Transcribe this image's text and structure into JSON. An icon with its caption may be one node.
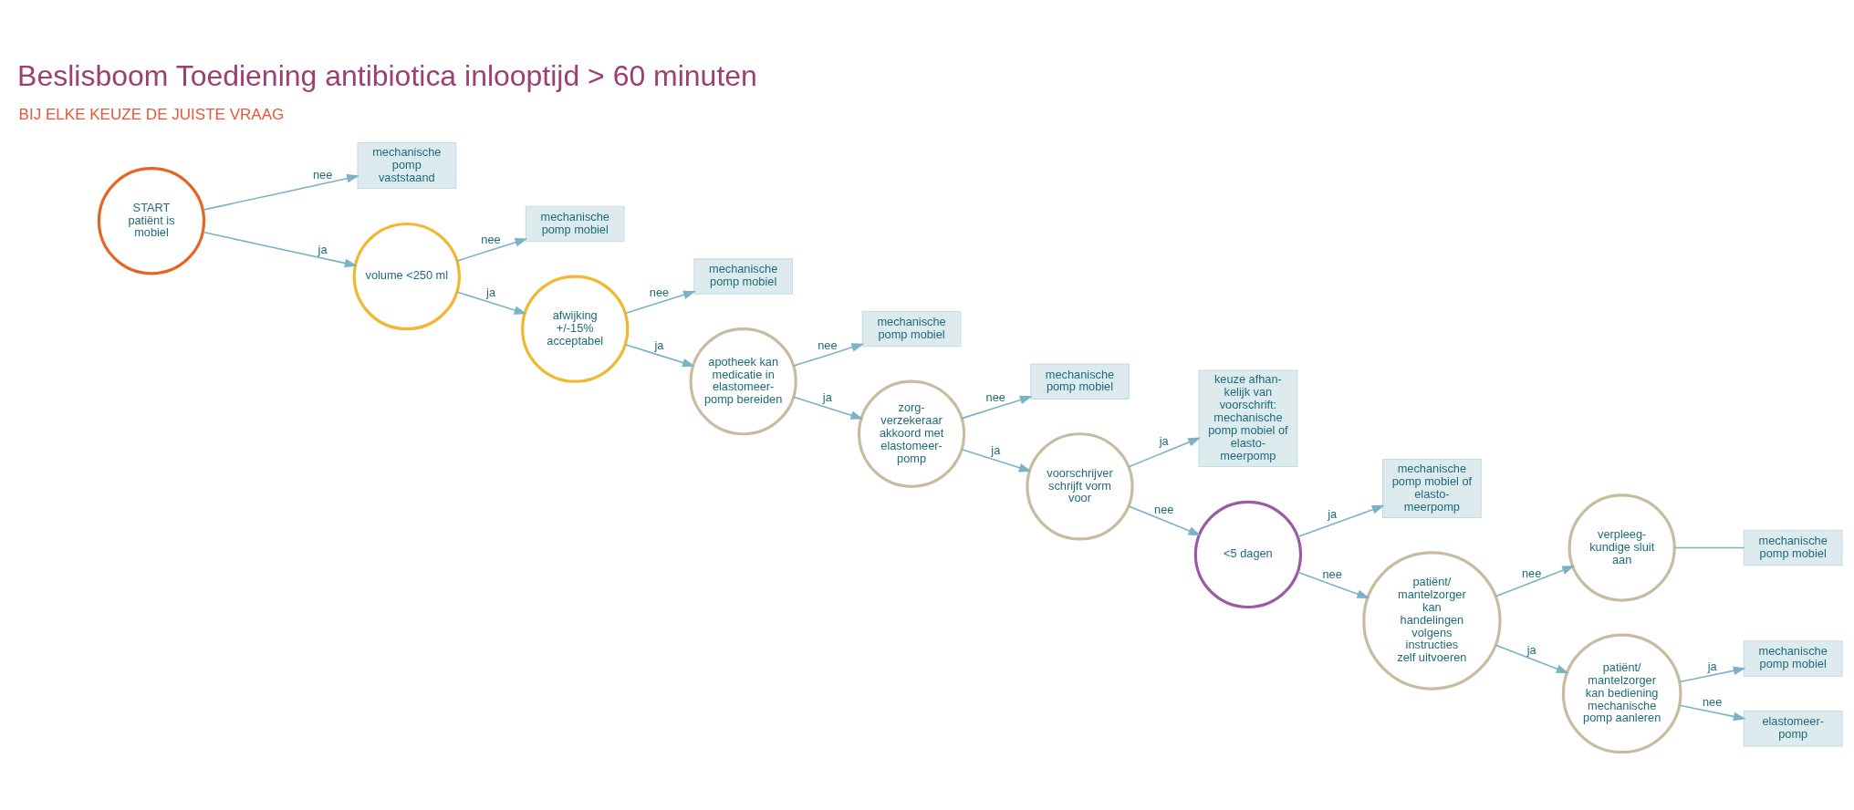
{
  "diagram": {
    "title": "Beslisboom Toediening antibiotica inlooptijd > 60 minuten",
    "nodes": [
      {
        "text": [
          "START",
          "patiënt is mobiel"
        ]
      },
      {
        "text": [
          "mechanische pomp vaststaand"
        ]
      },
      {
        "text": [
          "volume <250 ml"
        ]
      },
      {
        "text": [
          "mechanische pomp mobiel"
        ]
      },
      {
        "text": [
          "afwijking +/-15% acceptabel"
        ]
      },
      {
        "text": [
          "mechanische pomp mobiel"
        ]
      },
      {
        "text": [
          "apotheek kan medicatie in elastomeer- pomp bereiden"
        ]
      },
      {
        "text": [
          "mechanische pomp mobiel"
        ]
      },
      {
        "text": [
          "zorg- verzekeraar akkoord met elastomeer- pomp"
        ]
      },
      {
        "text": [
          "mechanische pomp mobiel"
        ]
      },
      {
        "text": [
          "voorschrijver schrijft vorm voor"
        ]
      },
      {
        "text": [
          "keuze afhan- kelijk van voorschrift: mechanische pomp mobiel of elasto- meerpomp"
        ]
      },
      {
        "text": [
          "<5 dagen"
        ]
      },
      {
        "text": [
          "mechanische pomp mobiel of elasto- meerpomp"
        ]
      },
      {
        "text": [
          "patiënt/ mantelzorger kan handelingen volgens instructies zelf uitvoeren"
        ]
      },
      {
        "text": [
          "verpleeg- kundige sluit aan"
        ]
      },
      {
        "text": [
          "mechanische pomp mobiel"
        ]
      },
      {
        "text": [
          "patiënt/ mantelzorger kan bediening mechanische pomp aanleren"
        ]
      },
      {
        "text": [
          "mechanische pomp mobiel"
        ]
      },
      {
        "text": [
          "elastomeer- pomp"
        ]
      }
    ],
    "edges": [
      {
        "from": 0,
        "to": 2,
        "arrow": "to",
        "label": "ja"
      },
      {
        "from": 0,
        "to": 1,
        "arrow": "to",
        "label": "nee"
      },
      {
        "from": 2,
        "to": 4,
        "arrow": "to",
        "label": "ja"
      },
      {
        "from": 2,
        "to": 3,
        "arrow": "to",
        "label": "nee"
      },
      {
        "from": 4,
        "to": 6,
        "arrow": "to",
        "label": "ja"
      },
      {
        "from": 4,
        "to": 5,
        "arrow": "to",
        "label": "nee"
      },
      {
        "from": 6,
        "to": 8,
        "arrow": "to",
        "label": "ja"
      },
      {
        "from": 6,
        "to": 7,
        "arrow": "to",
        "label": "nee"
      },
      {
        "from": 8,
        "to": 10,
        "arrow": "to",
        "label": "ja"
      },
      {
        "from": 8,
        "to": 9,
        "arrow": "to",
        "label": "nee"
      },
      {
        "from": 10,
        "to": 11,
        "arrow": "to",
        "label": "ja"
      },
      {
        "from": 10,
        "to": 12,
        "arrow": "to",
        "label": "nee"
      },
      {
        "from": 12,
        "to": 13,
        "arrow": "to",
        "label": "ja"
      },
      {
        "from": 12,
        "to": 14,
        "arrow": "to",
        "label": "nee"
      },
      {
        "from": 14,
        "to": 17,
        "arrow": "to",
        "label": "ja"
      },
      {
        "from": 14,
        "to": 15,
        "arrow": "to",
        "label": "nee"
      },
      {
        "from": 15,
        "to": 16,
        "arrow": "none"
      },
      {
        "from": 17,
        "to": 18,
        "arrow": "to",
        "label": "ja"
      },
      {
        "from": 17,
        "to": 19,
        "arrow": "to",
        "label": "nee"
      }
    ],
    "labels": [
      "BIJ ELKE KEUZE DE JUISTE VRAAG"
    ]
  }
}
